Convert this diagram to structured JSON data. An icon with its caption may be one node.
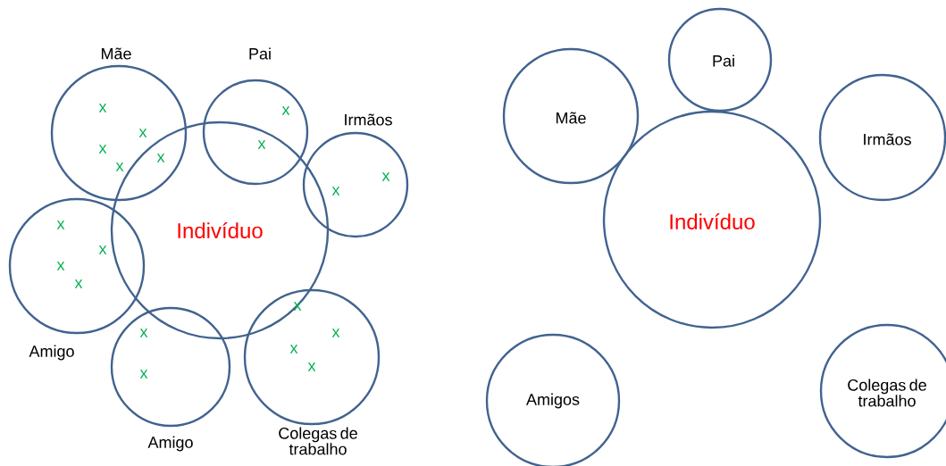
{
  "diagram": {
    "nodes": [
      {
        "text": [
          "Indivíduo"
        ]
      },
      {
        "text": [
          "Mãe"
        ]
      },
      {
        "text": [
          "Pai"
        ]
      },
      {
        "text": [
          "Irmãos"
        ]
      },
      {
        "text": [
          "Amigo"
        ]
      },
      {
        "text": [
          "Amigo"
        ]
      },
      {
        "text": [
          "Colegas de trabalho"
        ]
      },
      {
        "text": [
          "Indivíduo"
        ]
      },
      {
        "text": [
          "Mãe"
        ]
      },
      {
        "text": [
          "Pai"
        ]
      },
      {
        "text": [
          "Irmãos"
        ]
      },
      {
        "text": [
          "Amigos"
        ]
      },
      {
        "text": [
          "Colegas de trabalho"
        ]
      }
    ],
    "labels": [
      "x",
      "x",
      "x",
      "x",
      "x",
      "x",
      "x",
      "x",
      "x",
      "x",
      "x",
      "x",
      "x",
      "x",
      "x",
      "x",
      "x",
      "x",
      "x"
    ]
  }
}
